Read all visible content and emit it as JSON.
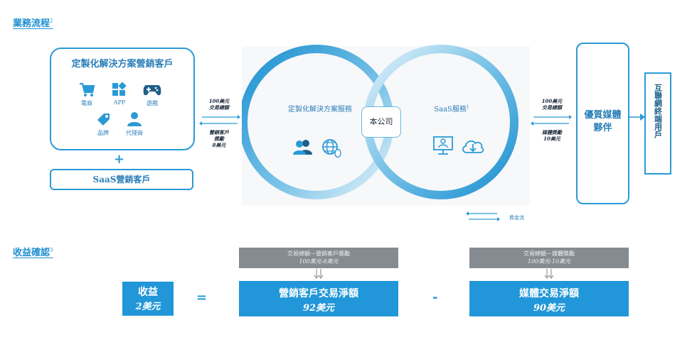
{
  "business_flow": {
    "title": "業務流程",
    "title_sup": "2",
    "customized_customers": {
      "title": "定製化解決方案營銷客戶",
      "categories": [
        {
          "label": "電商",
          "icon": "cart-icon"
        },
        {
          "label": "APP",
          "icon": "app-grid-icon"
        },
        {
          "label": "遊戲",
          "icon": "gamepad-icon"
        },
        {
          "label": "品牌",
          "icon": "tag-icon"
        },
        {
          "label": "代理商",
          "icon": "person-icon"
        }
      ]
    },
    "plus": "+",
    "saas_customers": "SaaS營銷客戶",
    "left_flow": {
      "top_line1": "100美元",
      "top_line2": "交易總額",
      "bottom_line1": "營銷客戶",
      "bottom_line2": "獎勵",
      "bottom_line3": "8美元"
    },
    "ring_left": "定製化解決方案服務",
    "ring_right": "SaaS服務",
    "ring_right_sup": "1",
    "company": "本公司",
    "right_flow": {
      "top_line1": "100美元",
      "top_line2": "交易總額",
      "bottom_line1": "媒體獎勵",
      "bottom_line2": "10美元"
    },
    "media_partner": [
      "優質媒體",
      "夥伴"
    ],
    "end_users": "互聯網終端用戶",
    "fund_flow": "資金流"
  },
  "revenue": {
    "title": "收益確認",
    "title_sup": "3",
    "revenue_box": {
      "label": "收益",
      "value": "2美元"
    },
    "equals": "=",
    "minus": "-",
    "customer_box": {
      "note_line1": "交易總額－營銷客戶獎勵",
      "note_line2": "100美元-8美元",
      "label": "營銷客戶交易淨額",
      "value": "92美元"
    },
    "media_box": {
      "note_line1": "交易總額－媒體獎勵",
      "note_line2": "100美元-10美元",
      "label": "媒體交易淨額",
      "value": "90美元"
    }
  },
  "colors": {
    "accent": "#2196d8",
    "border": "#2a9ad6",
    "grey": "#858b91"
  }
}
